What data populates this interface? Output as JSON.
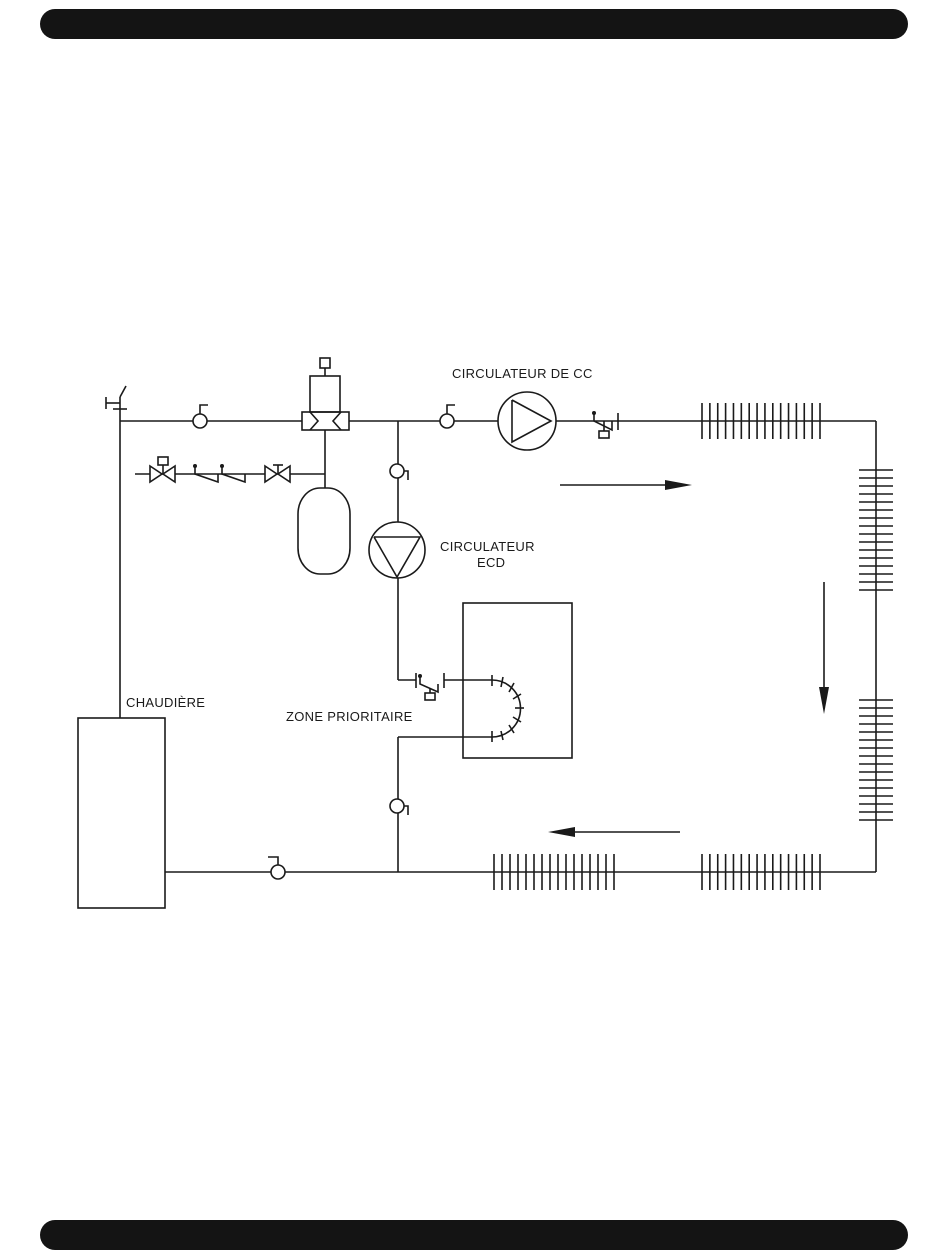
{
  "labels": {
    "circ_cc": "CIRCULATEUR DE CC",
    "circ_ecd_line1": "CIRCULATEUR",
    "circ_ecd_line2": "ECD",
    "chaudiere": "CHAUDIÈRE",
    "zone_prioritaire": "ZONE PRIORITAIRE"
  },
  "colors": {
    "ink": "#1a1a1a",
    "bar": "#141414",
    "background": "#ffffff"
  },
  "icons": {
    "flow_arrows": [
      "arrow-right-icon",
      "arrow-down-icon",
      "arrow-left-icon"
    ],
    "pumps": [
      "pump-icon",
      "pump-icon"
    ]
  }
}
